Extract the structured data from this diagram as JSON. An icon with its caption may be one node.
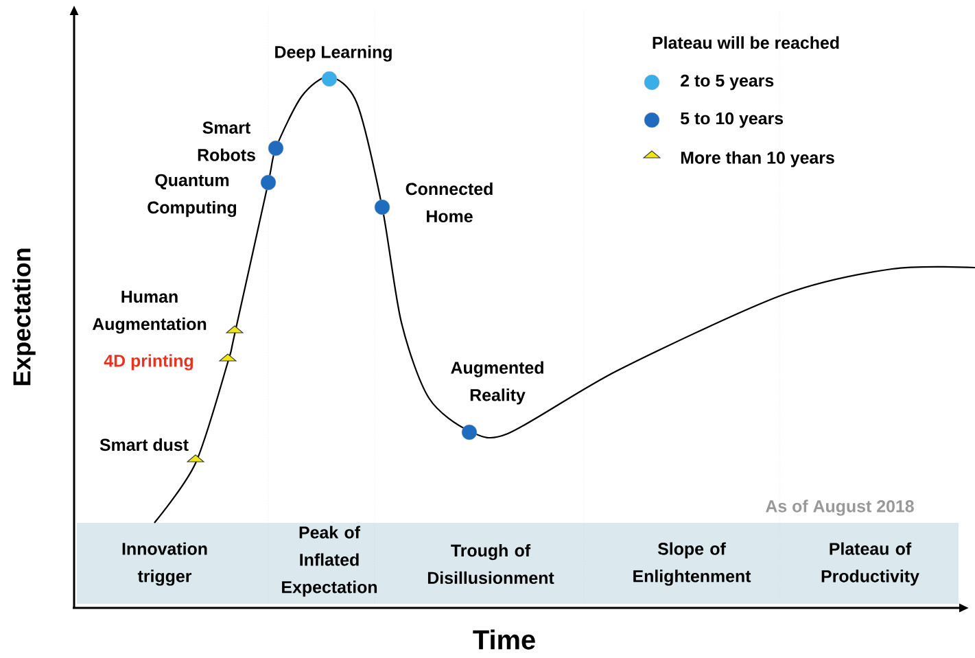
{
  "diagram": {
    "labels": [
      "Deep Learning",
      "Plateau will be reached",
      "Smart Robots",
      "Quantum Computing",
      "Connected Home",
      "Expectation",
      "Human Augmentation",
      "4D printing",
      "Augmented Reality",
      "Smart dust",
      "As of August 2018",
      "Peak of Inflated Expectation",
      "Innovation trigger",
      "Trough of Disillusionment",
      "Slope of Enlightenment",
      "Plateau of Productivity",
      "Time"
    ],
    "legend": [
      {
        "text": "2 to 5 years",
        "color": "#3aaee6"
      },
      {
        "text": "5 to 10 years",
        "color": "#1f6cbf"
      },
      {
        "text": "More than 10 years"
      }
    ]
  }
}
